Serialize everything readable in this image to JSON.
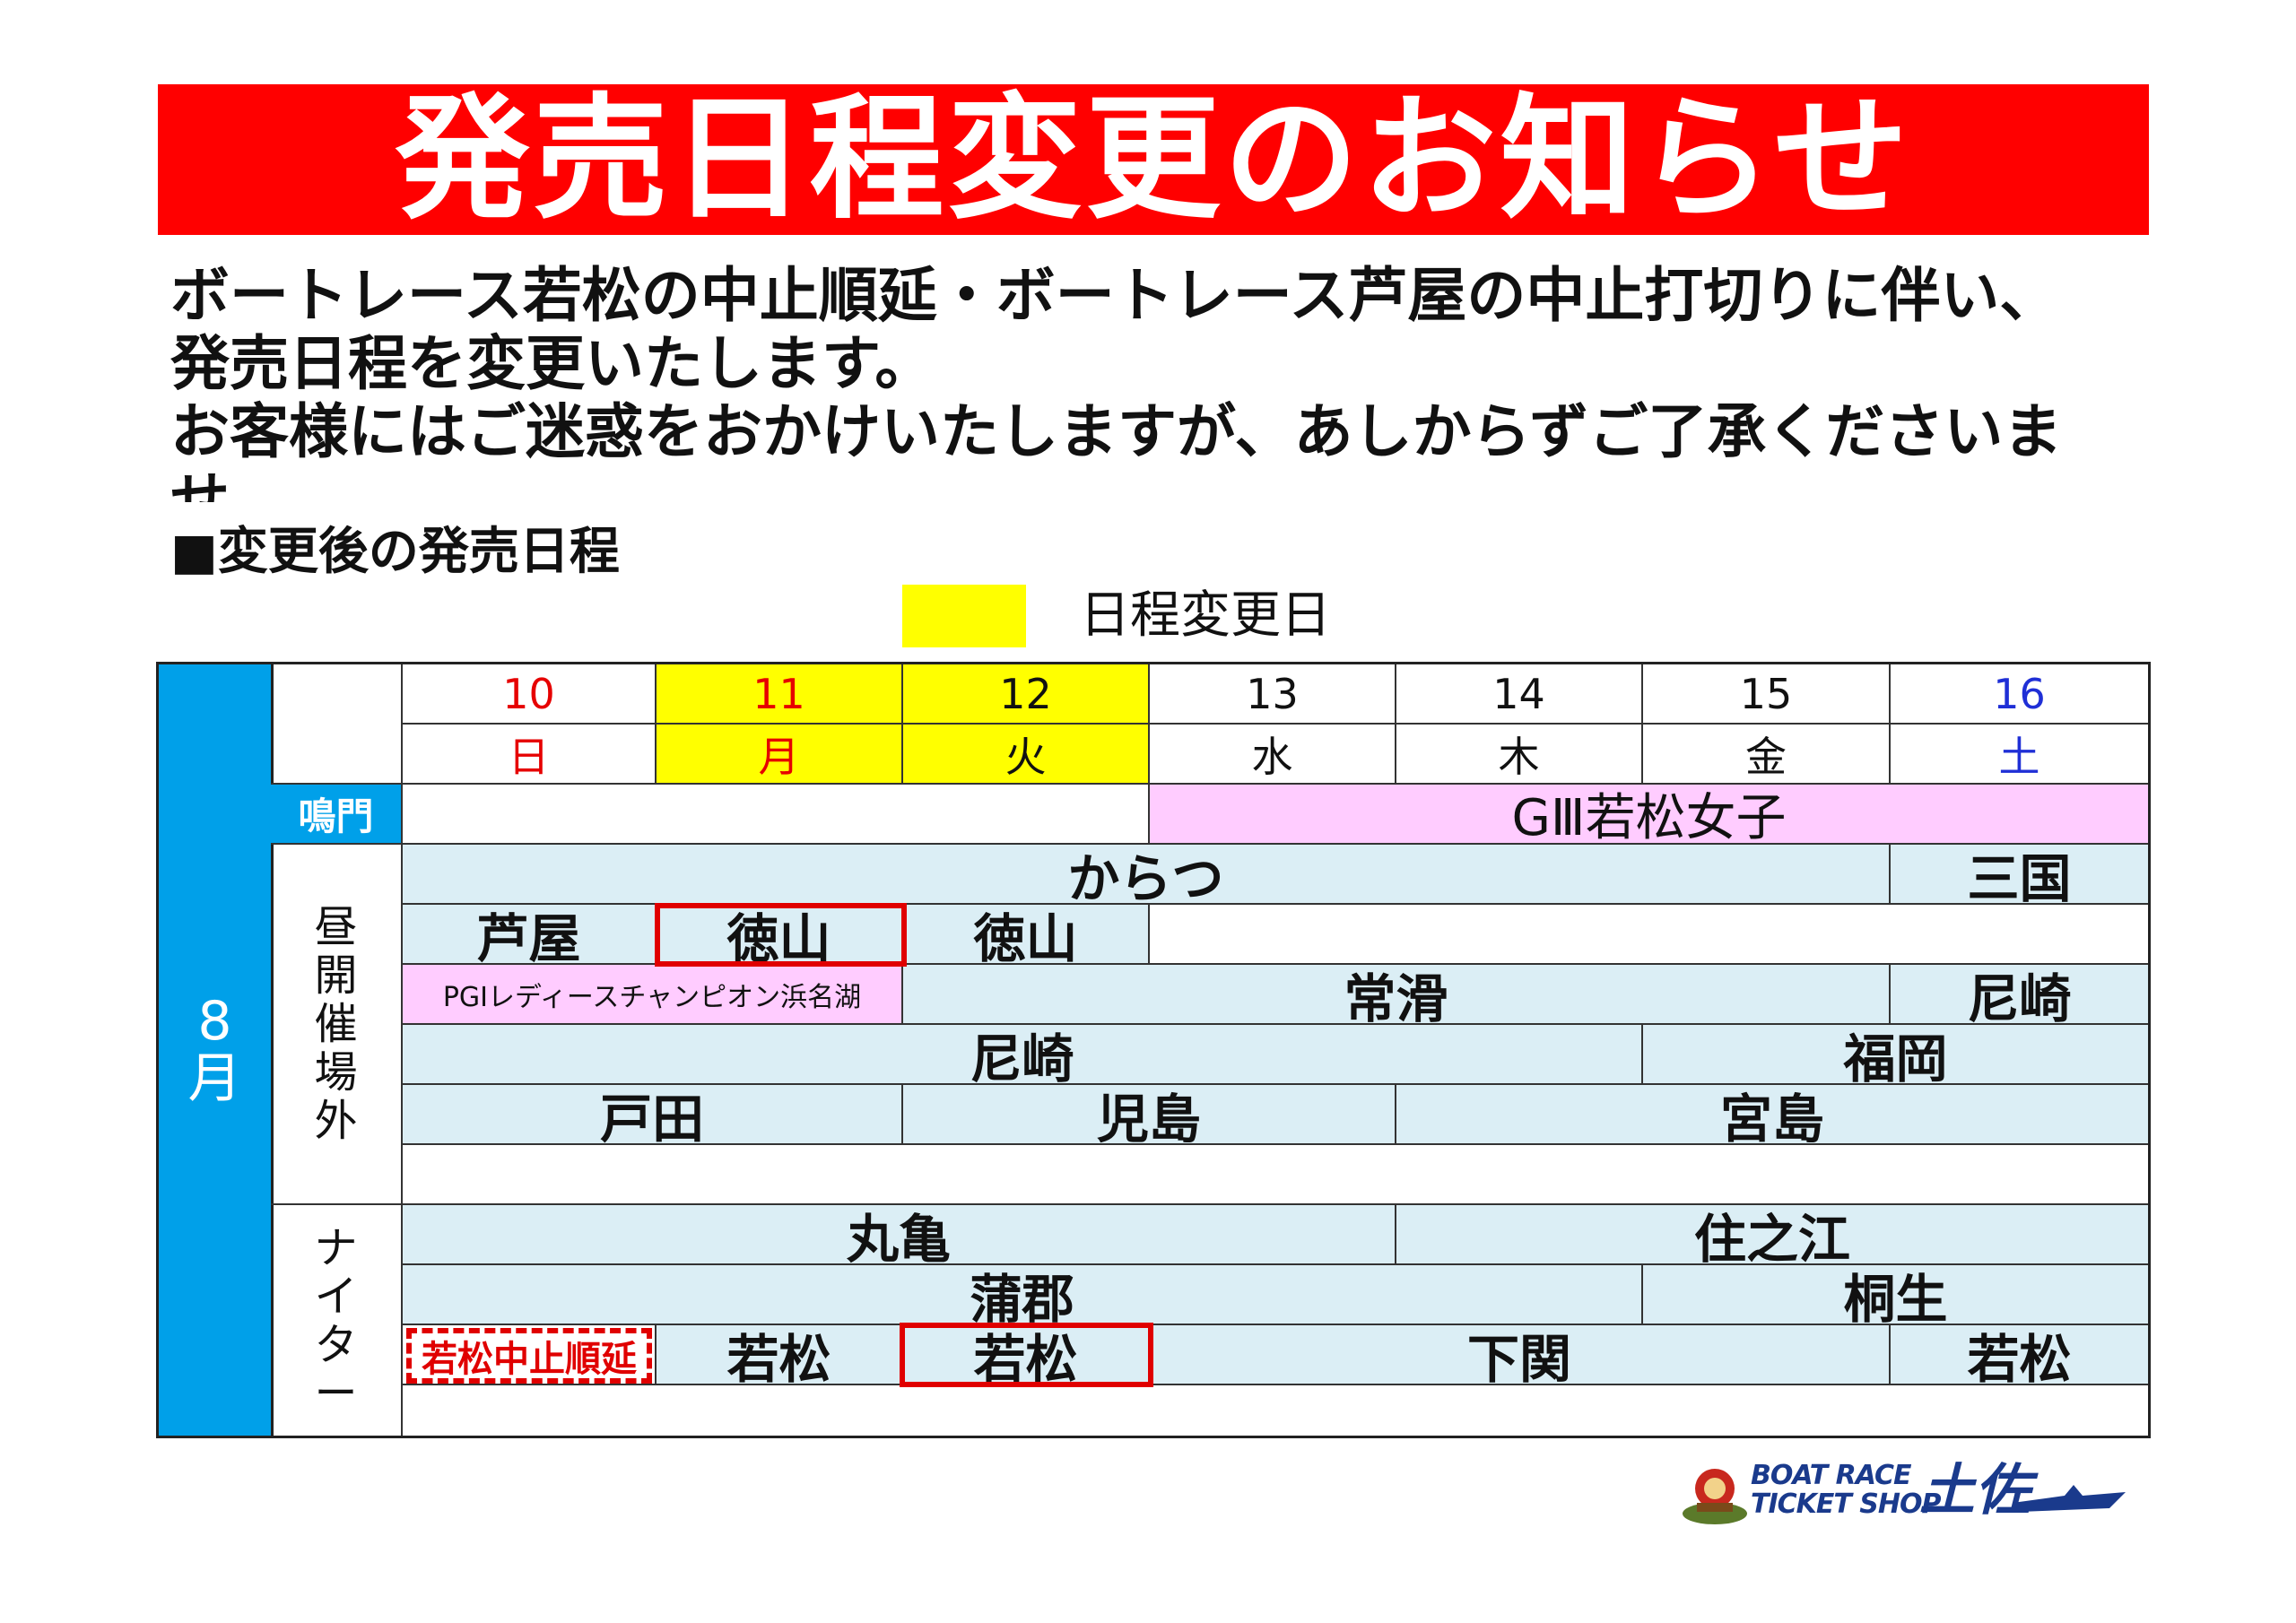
{
  "title": "発売日程変更のお知らせ",
  "notice": {
    "line1": "ボートレース若松の中止順延・ボートレース芦屋の中止打切りに伴い、",
    "line2": "発売日程を変更いたします。",
    "line3": "お客様にはご迷惑をおかけいたしますが、あしからずご了承くださいま",
    "line4": "せ"
  },
  "section_heading": "■変更後の発売日程",
  "legend": {
    "label": "日程変更日",
    "color": "#ffff00"
  },
  "month": {
    "num": "8",
    "unit": "月"
  },
  "days": [
    {
      "date": "10",
      "weekday": "日",
      "color": "#e60000",
      "changed": false
    },
    {
      "date": "11",
      "weekday": "月",
      "color": "#e60000",
      "changed": true
    },
    {
      "date": "12",
      "weekday": "火",
      "color": "#111111",
      "changed": true
    },
    {
      "date": "13",
      "weekday": "水",
      "color": "#111111",
      "changed": false
    },
    {
      "date": "14",
      "weekday": "木",
      "color": "#111111",
      "changed": false
    },
    {
      "date": "15",
      "weekday": "金",
      "color": "#111111",
      "changed": false
    },
    {
      "date": "16",
      "weekday": "土",
      "color": "#1f2fd6",
      "changed": false
    }
  ],
  "labels": {
    "naruto": "鳴門",
    "day_offsite": "昼開催場外",
    "nighter": "ナイター"
  },
  "naruto_event": "GⅢ若松女子",
  "day": {
    "r1": {
      "karatsu": "からつ",
      "mikuni": "三国"
    },
    "r2": {
      "ashiya": "芦屋",
      "tokuyama_a": "徳山",
      "tokuyama_b": "徳山"
    },
    "r3": {
      "pgi": "PGⅠレディースチャンピオン浜名湖",
      "tokoname": "常滑",
      "amagasaki": "尼崎"
    },
    "r4": {
      "amagasaki": "尼崎",
      "fukuoka": "福岡"
    },
    "r5": {
      "toda": "戸田",
      "kojima": "児島",
      "miyajima": "宮島"
    }
  },
  "night": {
    "r1": {
      "marugame": "丸亀",
      "suminoe": "住之江"
    },
    "r2": {
      "gamagori": "蒲郡",
      "kiryu": "桐生"
    },
    "r3": {
      "postponed": "若松中止順延",
      "wakamatsu_a": "若松",
      "wakamatsu_b": "若松",
      "shimonoseki": "下関",
      "wakamatsu_c": "若松"
    }
  },
  "logo": {
    "line1": "BOAT RACE",
    "line2": "TICKET SHOP",
    "name": "土佐"
  }
}
